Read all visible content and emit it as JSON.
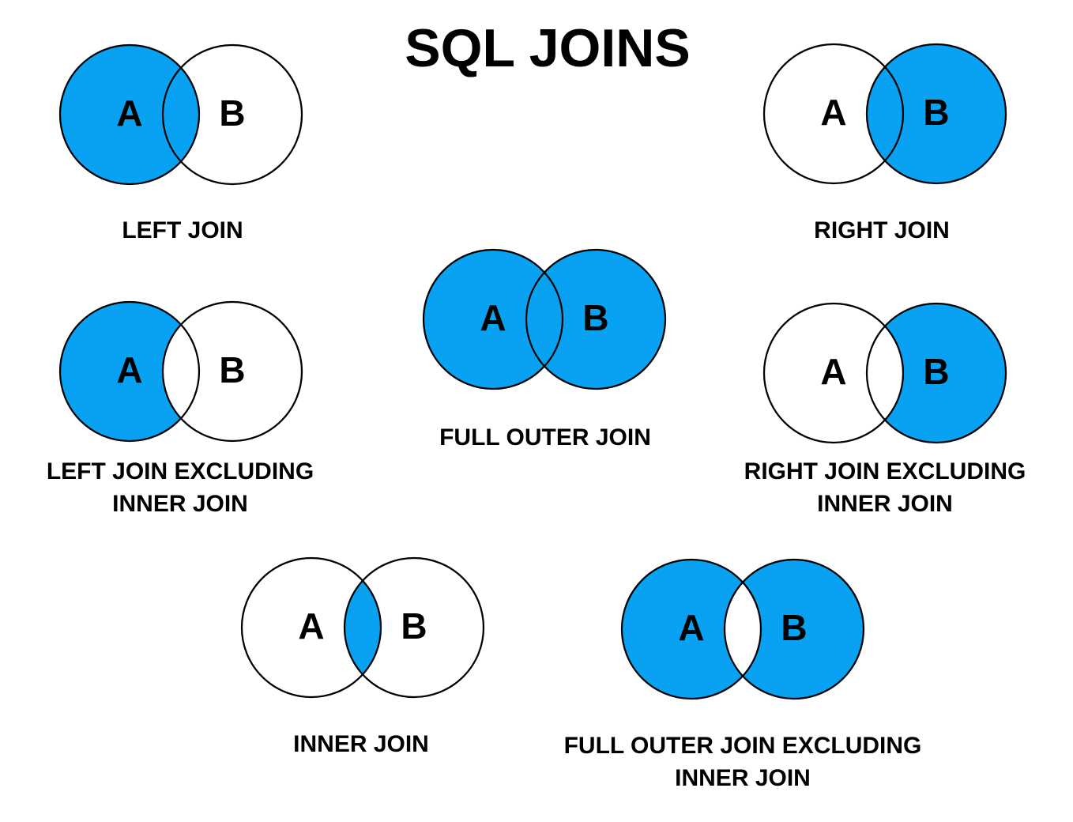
{
  "title": "SQL JOINS",
  "colors": {
    "fill_blue": "#09A2F2",
    "circle_stroke": "#000000",
    "text": "#000000",
    "background": "#FFFFFF"
  },
  "diagrams": [
    {
      "id": "left-join",
      "label_lines": [
        "LEFT JOIN"
      ],
      "set_a": "A",
      "set_b": "B",
      "filled_regions": {
        "a_only": true,
        "intersection": true,
        "b_only": false
      }
    },
    {
      "id": "right-join",
      "label_lines": [
        "RIGHT JOIN"
      ],
      "set_a": "A",
      "set_b": "B",
      "filled_regions": {
        "a_only": false,
        "intersection": true,
        "b_only": true
      }
    },
    {
      "id": "full-outer-join",
      "label_lines": [
        "FULL OUTER JOIN"
      ],
      "set_a": "A",
      "set_b": "B",
      "filled_regions": {
        "a_only": true,
        "intersection": true,
        "b_only": true
      }
    },
    {
      "id": "left-join-excluding-inner-join",
      "label_lines": [
        "LEFT JOIN EXCLUDING",
        "INNER JOIN"
      ],
      "set_a": "A",
      "set_b": "B",
      "filled_regions": {
        "a_only": true,
        "intersection": false,
        "b_only": false
      }
    },
    {
      "id": "right-join-excluding-inner-join",
      "label_lines": [
        "RIGHT JOIN EXCLUDING",
        "INNER JOIN"
      ],
      "set_a": "A",
      "set_b": "B",
      "filled_regions": {
        "a_only": false,
        "intersection": false,
        "b_only": true
      }
    },
    {
      "id": "inner-join",
      "label_lines": [
        "INNER JOIN"
      ],
      "set_a": "A",
      "set_b": "B",
      "filled_regions": {
        "a_only": false,
        "intersection": true,
        "b_only": false
      }
    },
    {
      "id": "full-outer-join-excluding-inner-join",
      "label_lines": [
        "FULL OUTER JOIN EXCLUDING",
        "INNER JOIN"
      ],
      "set_a": "A",
      "set_b": "B",
      "filled_regions": {
        "a_only": true,
        "intersection": false,
        "b_only": true
      }
    }
  ]
}
